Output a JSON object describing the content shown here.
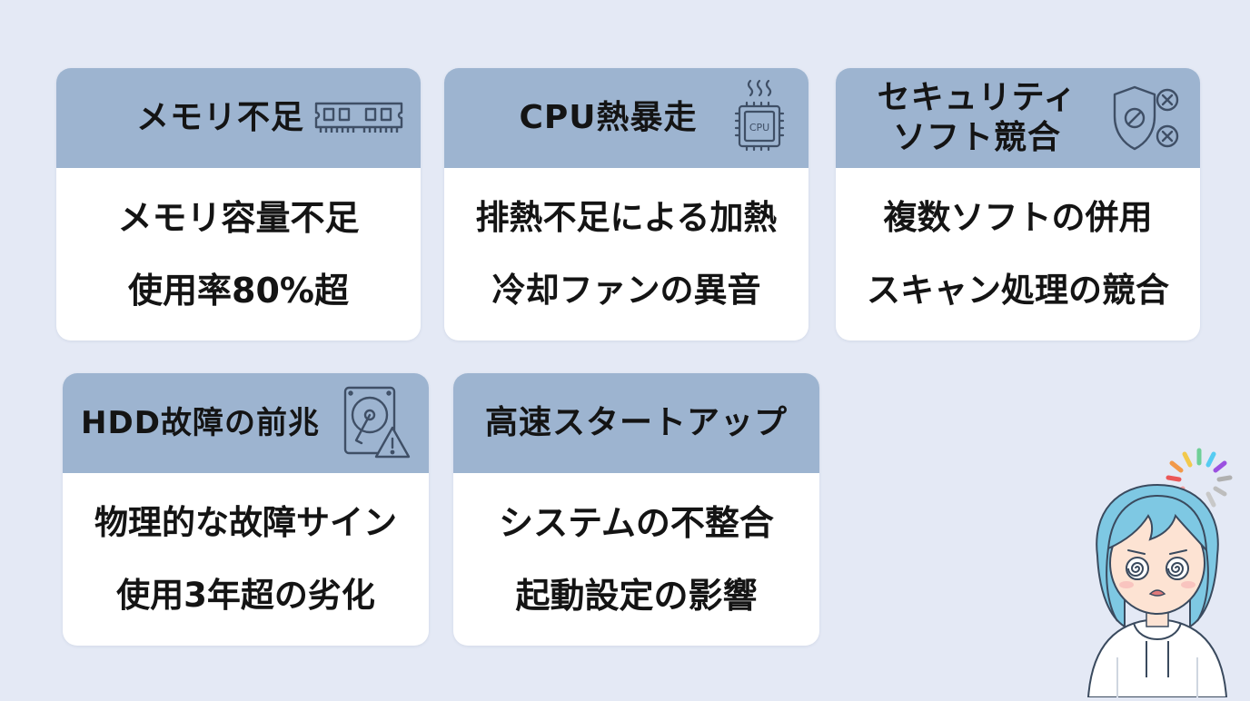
{
  "cards": [
    {
      "title": "メモリ不足",
      "icon": "memory-module-icon",
      "lines": [
        "メモリ容量不足",
        "使用率80%超"
      ]
    },
    {
      "title": "CPU熱暴走",
      "icon": "cpu-heat-icon",
      "icon_text": "CPU",
      "lines": [
        "排熱不足による加熱",
        "冷却ファンの異音"
      ]
    },
    {
      "title_lines": [
        "セキュリティ",
        "ソフト競合"
      ],
      "icon": "shield-conflict-icon",
      "lines": [
        "複数ソフトの併用",
        "スキャン処理の競合"
      ]
    },
    {
      "title": "HDD故障の前兆",
      "icon": "hard-drive-warning-icon",
      "lines": [
        "物理的な故障サイン",
        "使用3年超の劣化"
      ]
    },
    {
      "title": "高速スタートアップ",
      "lines": [
        "システムの不整合",
        "起動設定の影響"
      ]
    }
  ],
  "colors": {
    "background": "#e4e9f5",
    "header": "#9db4d0",
    "card": "#ffffff",
    "text": "#141414",
    "icon_stroke": "#3f4f66"
  },
  "character": {
    "icon": "confused-girl-icon"
  }
}
